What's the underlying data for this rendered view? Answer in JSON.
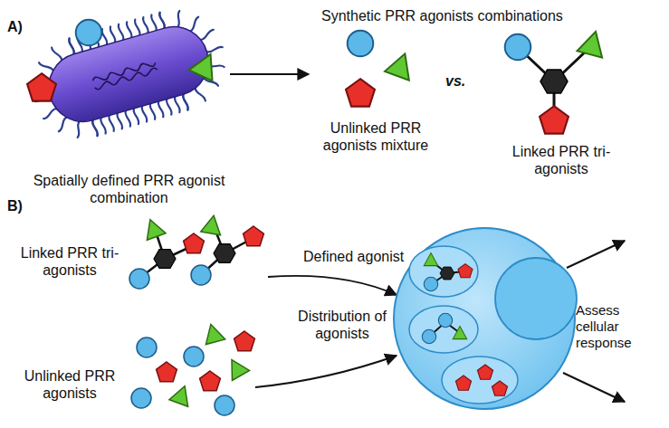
{
  "diagram": {
    "nodes": [
      {
        "text": [
          "Spatially defined PRR agonist combination"
        ]
      },
      {
        "text": [
          "Unlinked PRR agonists mixture"
        ]
      },
      {
        "text": [
          "Linked PRR tri-agonists"
        ]
      },
      {
        "text": [
          "Linked PRR tri-agonists"
        ]
      },
      {
        "text": [
          "Unlinked PRR agonists"
        ]
      }
    ],
    "edges": [
      {
        "from": 0,
        "to": 1,
        "arrow": "to"
      }
    ],
    "labels": [
      "A)",
      "Synthetic PRR agonists combinations",
      "vs.",
      "B)",
      "Defined agonist",
      "Distribution of agonists",
      "Assess cellular response"
    ]
  }
}
